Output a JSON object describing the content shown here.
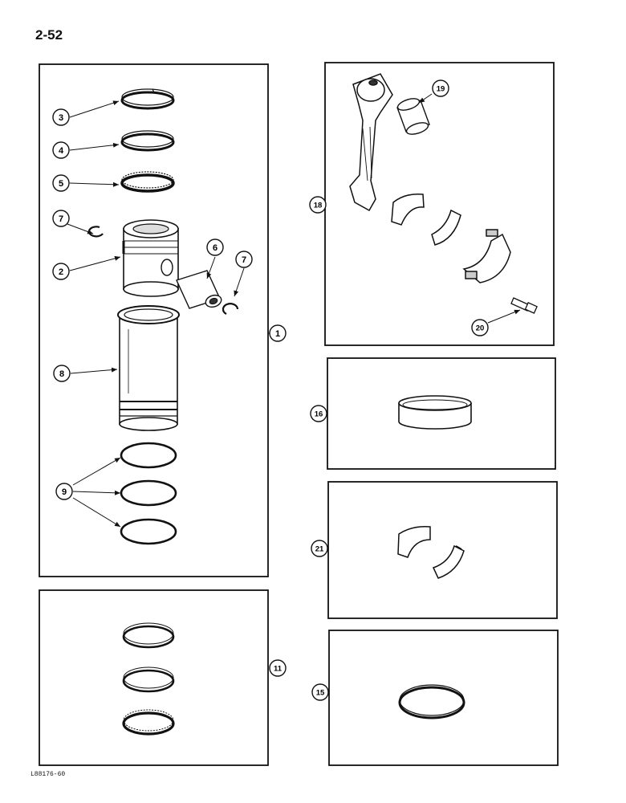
{
  "page": {
    "number": "2-52",
    "reference": "L88176-60"
  },
  "callouts": {
    "c1": "1",
    "c2": "2",
    "c3": "3",
    "c4": "4",
    "c5": "5",
    "c6": "6",
    "c7a": "7",
    "c7b": "7",
    "c8": "8",
    "c9": "9",
    "c11": "11",
    "c15": "15",
    "c16": "16",
    "c18": "18",
    "c19": "19",
    "c20": "20",
    "c21": "21"
  }
}
